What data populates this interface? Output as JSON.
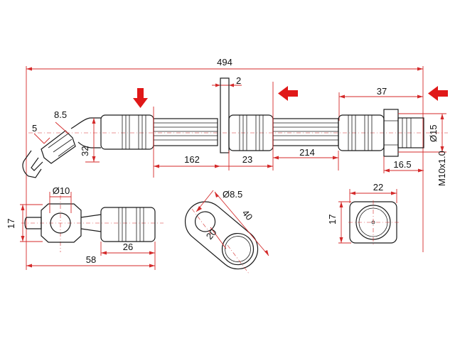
{
  "dimensions": {
    "overall_length": "494",
    "bracket_thickness": "2",
    "right_end_length": "37",
    "banjo_radius": "5",
    "banjo_offset": "8.5",
    "banjo_height": "32",
    "left_to_bracket": "162",
    "bracket_to_hose": "23",
    "hose_to_end": "214",
    "fitting_diameter": "Ø15",
    "nut_length": "16.5",
    "thread": "M10x1.0",
    "banjo_hole": "Ø10",
    "banjo_width": "17",
    "banjo_center_length": "58",
    "ferrule_length": "26",
    "bracket_hole": "Ø8.5",
    "bracket_length": "40",
    "bracket_width": "20",
    "nut_across_flats": "22",
    "nut_height": "17"
  },
  "colors": {
    "dimension_line": "#d42a2a",
    "arrow": "#e01818",
    "outline": "#1a1a1a"
  }
}
